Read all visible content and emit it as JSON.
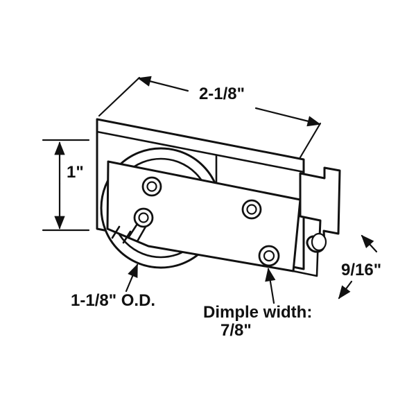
{
  "page": {
    "background": "#ffffff",
    "stroke_color": "#111111"
  },
  "drawing": {
    "description": "Technical line drawing of a sliding door roller assembly with dimension callouts"
  },
  "labels": {
    "top_width": "2-1/8\"",
    "left_height": "1\"",
    "right_depth": "9/16\"",
    "roller_od": "1-1/8\" O.D.",
    "dimple_caption": "Dimple width:",
    "dimple_value": "7/8\""
  }
}
